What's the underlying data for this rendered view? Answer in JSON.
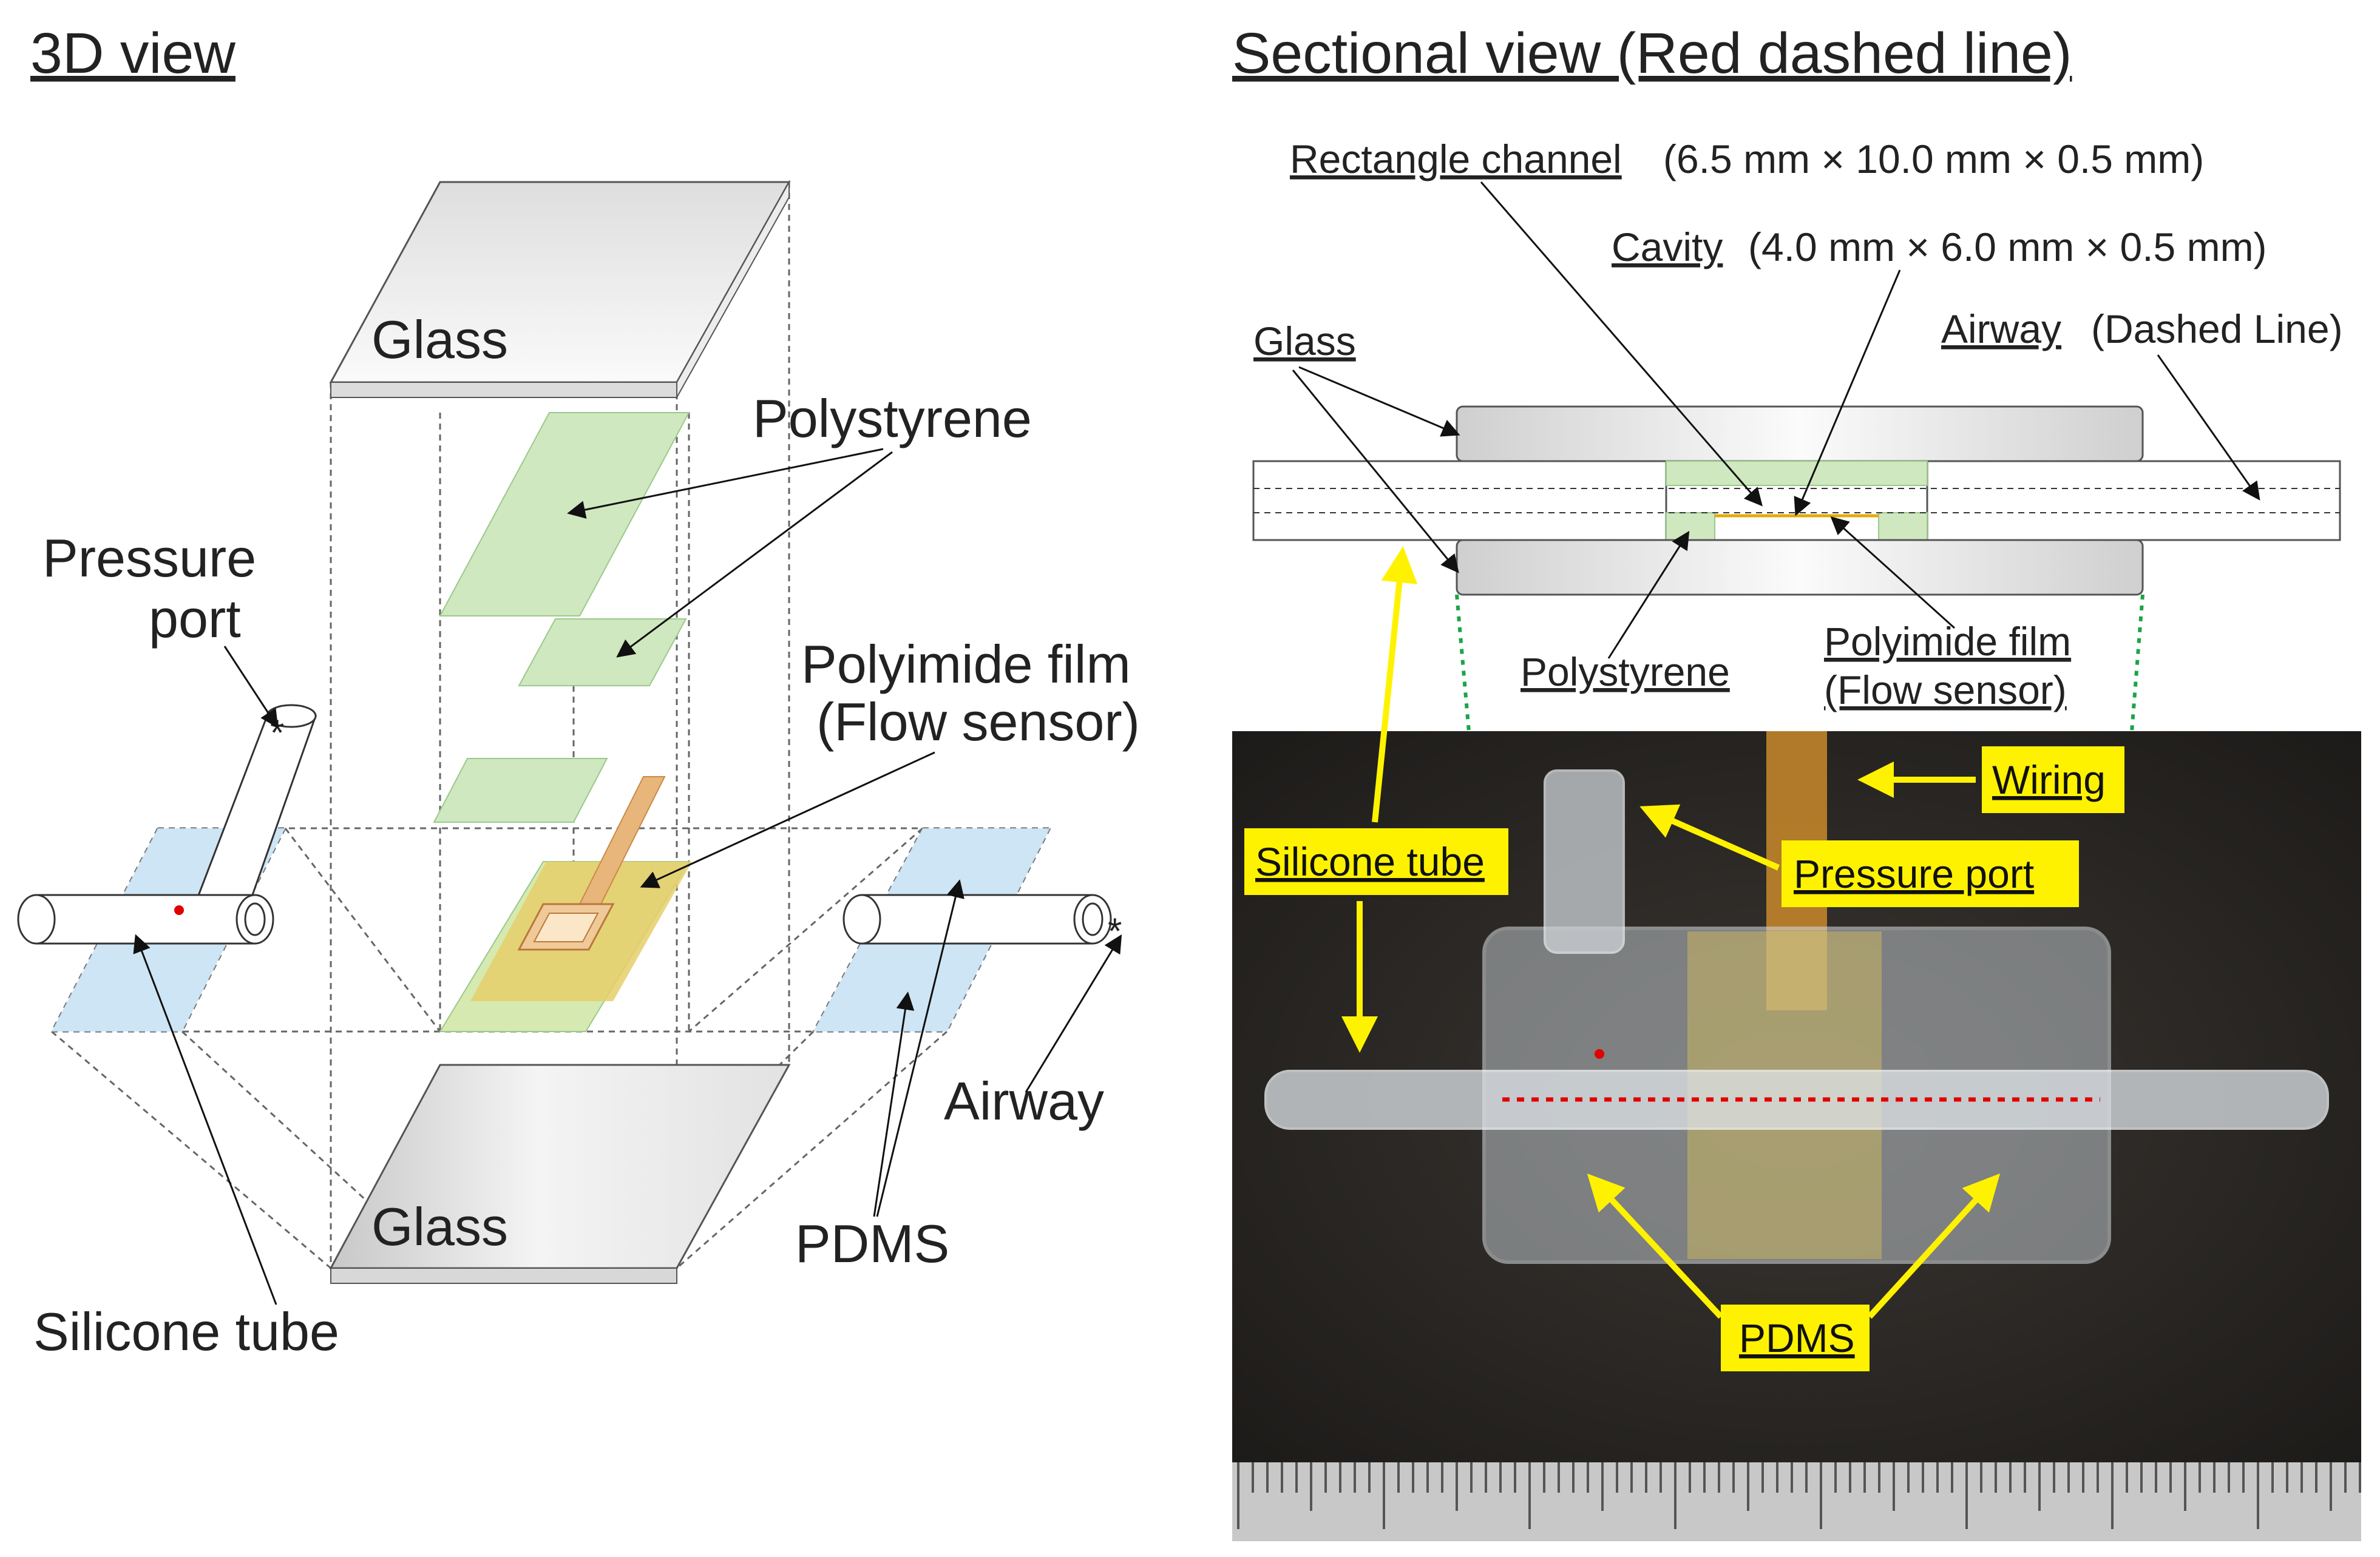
{
  "left_panel": {
    "title": "3D view",
    "labels": {
      "glass_top": "Glass",
      "glass_bottom": "Glass",
      "polystyrene": "Polystyrene",
      "pressure_port_1": "Pressure",
      "pressure_port_2": "port",
      "polyimide_1": "Polyimide film",
      "polyimide_2": "(Flow sensor)",
      "airway": "Airway",
      "pdms": "PDMS",
      "silicone_tube": "Silicone tube",
      "asterisk": "*"
    }
  },
  "right_panel": {
    "title": "Sectional view (Red dashed line)",
    "labels": {
      "rect_channel": "Rectangle channel",
      "rect_channel_dims": "(6.5 mm × 10.0 mm × 0.5 mm)",
      "cavity": "Cavity",
      "cavity_dims": "(4.0 mm × 6.0 mm × 0.5 mm)",
      "glass": "Glass",
      "airway": "Airway",
      "airway_note": "(Dashed Line)",
      "polystyrene": "Polystyrene",
      "polyimide_1": "Polyimide film",
      "polyimide_2": "(Flow sensor)"
    },
    "photo_labels": {
      "wiring": "Wiring",
      "silicone_tube": "Silicone tube",
      "pressure_port": "Pressure port",
      "pdms": "PDMS"
    }
  },
  "colors": {
    "polystyrene": "#cfe8c0",
    "pdms": "#c9e2f4",
    "polyimide": "#e8b57a",
    "sensor_base": "#e6cf6a",
    "label_box": "#fff200",
    "photo_bg": "#2a2724",
    "marker_red": "#e00000",
    "guide_green": "#1aa548"
  },
  "icons": [
    "arrow-icon",
    "asterisk-icon",
    "ruler-icon"
  ]
}
